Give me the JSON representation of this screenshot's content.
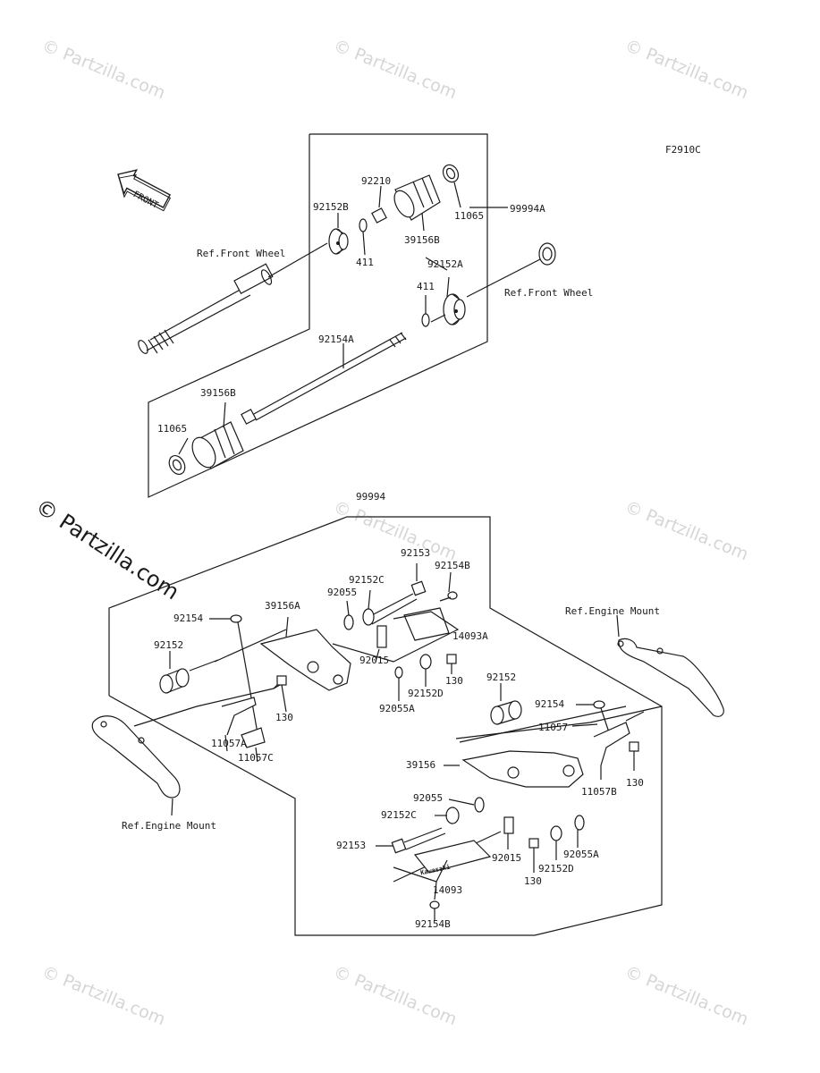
{
  "diagram": {
    "code": "F2910C",
    "front_arrow_text": "FRONT",
    "big_watermark": "© Partzilla.com",
    "watermark": "© Partzilla.com",
    "refs": {
      "front_wheel_left": "Ref.Front Wheel",
      "front_wheel_right": "Ref.Front Wheel",
      "engine_mount_left": "Ref.Engine Mount",
      "engine_mount_right": "Ref.Engine Mount"
    },
    "upper_group": {
      "kit": "99994A",
      "parts": {
        "p92210": "92210",
        "p92152B": "92152B",
        "p11065_top": "11065",
        "p39156B_top": "39156B",
        "p411_top": "411",
        "p411_mid": "411",
        "p92152A": "92152A",
        "p92154A": "92154A",
        "p39156B_bottom": "39156B",
        "p11065_bottom": "11065"
      }
    },
    "lower_group": {
      "kit": "99994",
      "parts": {
        "p92153_left": "92153",
        "p92154B_left": "92154B",
        "p92152C_left": "92152C",
        "p92055_left": "92055",
        "p39156A": "39156A",
        "p92154_left": "92154",
        "p92152_left": "92152",
        "p14093A": "14093A",
        "p92015_left": "92015",
        "p130_a": "130",
        "p130_b": "130",
        "p92152D_left": "92152D",
        "p92055A_left": "92055A",
        "p11057A": "11057A",
        "p11057C": "11057C",
        "p92152_right": "92152",
        "p92154_right": "92154",
        "p11057": "11057",
        "p39156": "39156",
        "p11057B": "11057B",
        "p130_c": "130",
        "p92055_right": "92055",
        "p92152C_right": "92152C",
        "p92153_right": "92153",
        "p92015_right": "92015",
        "p92055A_right": "92055A",
        "p130_d": "130",
        "p92152D_right": "92152D",
        "p14093": "14093",
        "p92154B_right": "92154B"
      }
    },
    "emblem_text": "Kawasaki"
  }
}
